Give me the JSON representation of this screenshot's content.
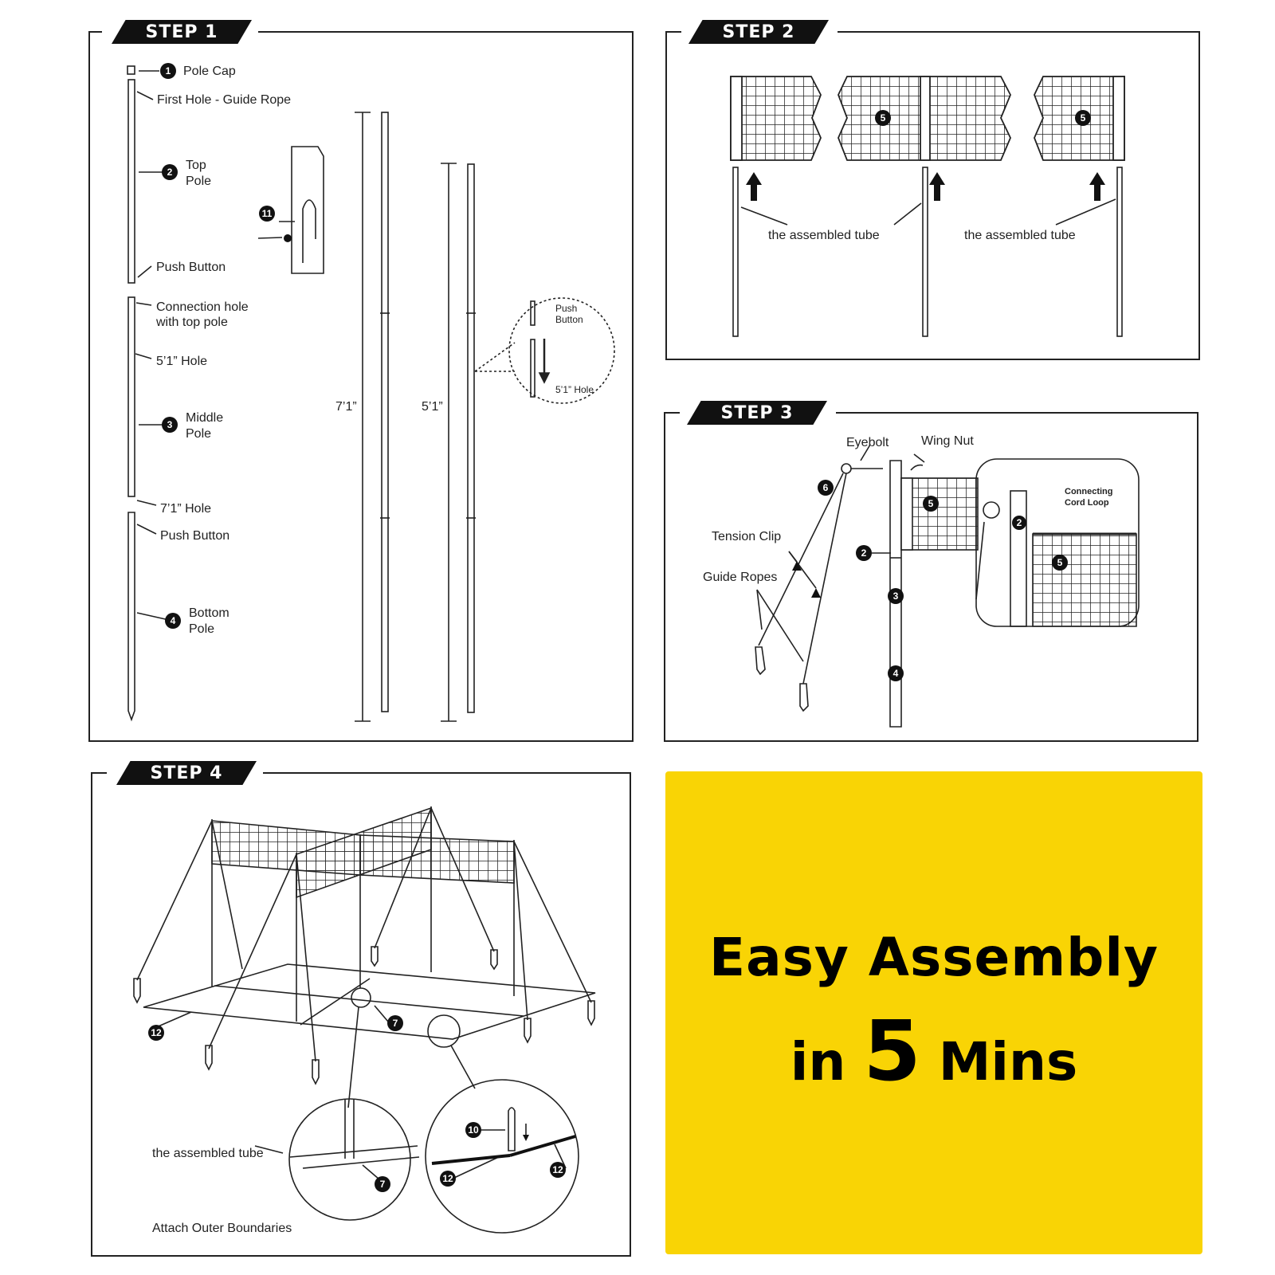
{
  "steps": {
    "step1": {
      "tag": "STEP 1",
      "labels": {
        "pole_cap": "Pole Cap",
        "first_hole": "First Hole - Guide Rope",
        "top_pole_1": "Top",
        "top_pole_2": "Pole",
        "push_button_1": "Push Button",
        "connection_hole_1": "Connection hole",
        "connection_hole_2": "with top pole",
        "hole_51": "5’1” Hole",
        "middle_pole_1": "Middle",
        "middle_pole_2": "Pole",
        "hole_71": "7’1” Hole",
        "push_button_2": "Push Button",
        "bottom_pole_1": "Bottom",
        "bottom_pole_2": "Pole",
        "height_71": "7’1”",
        "height_51": "5’1”",
        "detail_push_1": "Push",
        "detail_push_2": "Button",
        "detail_hole": "5’1” Hole"
      },
      "numbers": {
        "n1": "1",
        "n2": "2",
        "n3": "3",
        "n4": "4",
        "n11": "11"
      }
    },
    "step2": {
      "tag": "STEP 2",
      "labels": {
        "tube_left": "the assembled tube",
        "tube_right": "the assembled tube"
      },
      "numbers": {
        "n5a": "5",
        "n5b": "5"
      }
    },
    "step3": {
      "tag": "STEP 3",
      "labels": {
        "eyebolt": "Eyebolt",
        "wing_nut": "Wing Nut",
        "tension_clip": "Tension Clip",
        "guide_ropes": "Guide Ropes",
        "connecting_1": "Connecting",
        "connecting_2": "Cord Loop"
      },
      "numbers": {
        "n6": "6",
        "n5": "5",
        "n2": "2",
        "n3": "3",
        "n4": "4",
        "n2d": "2",
        "n5d": "5"
      }
    },
    "step4": {
      "tag": "STEP 4",
      "labels": {
        "tube": "the assembled tube",
        "attach": "Attach Outer Boundaries"
      },
      "numbers": {
        "n7": "7",
        "n12": "12",
        "n7d": "7",
        "n10": "10",
        "n12a": "12",
        "n12b": "12"
      }
    }
  },
  "promo": {
    "line1": "Easy Assembly",
    "line2_a": "in",
    "line2_b": "5",
    "line2_c": "Mins",
    "background": "#f9d405"
  }
}
